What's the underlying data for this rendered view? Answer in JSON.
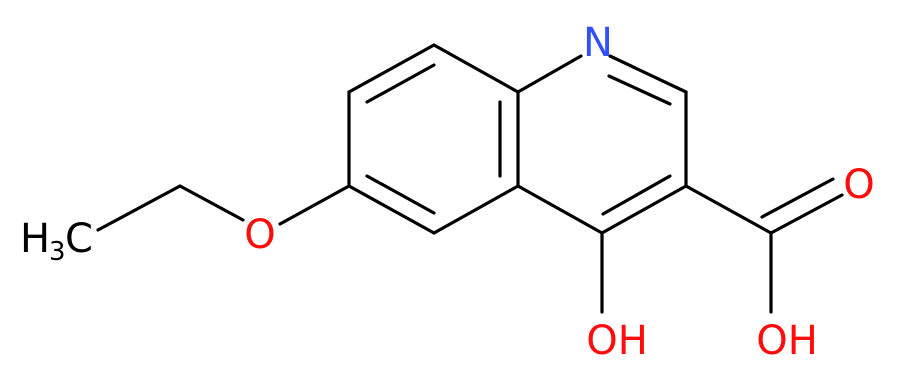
{
  "molecule": {
    "atoms": {
      "nitrogen": "N",
      "ether_oxygen": "O",
      "carbonyl_oxygen": "O",
      "acid_hydroxyl": "OH",
      "ring_hydroxyl": "OH",
      "methyl_h": "H",
      "methyl_subscript": "3",
      "methyl_c": "C"
    },
    "colors": {
      "bond": "#000000",
      "carbon_label": "#000000",
      "nitrogen": "#3050F8",
      "oxygen": "#FF0D0D"
    }
  }
}
